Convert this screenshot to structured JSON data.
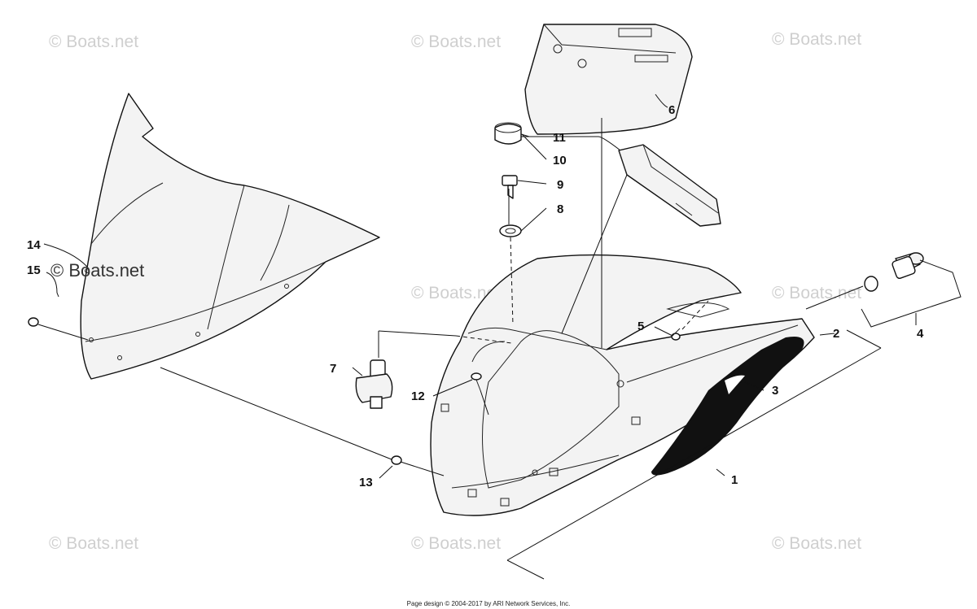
{
  "watermarks": {
    "text": "© Boats.net",
    "prominent": "© Boats.net"
  },
  "callouts": {
    "c1": "1",
    "c2": "2",
    "c3": "3",
    "c4": "4",
    "c5": "5",
    "c6": "6",
    "c7": "7",
    "c8": "8",
    "c9": "9",
    "c10": "10",
    "c11": "11",
    "c12": "12",
    "c13": "13",
    "c14": "14",
    "c15": "15"
  },
  "footer": "Page design © 2004-2017 by ARI Network Services, Inc.",
  "colors": {
    "ink": "#111111",
    "fill": "#f3f3f3",
    "watermark": "#cfcfcf"
  }
}
